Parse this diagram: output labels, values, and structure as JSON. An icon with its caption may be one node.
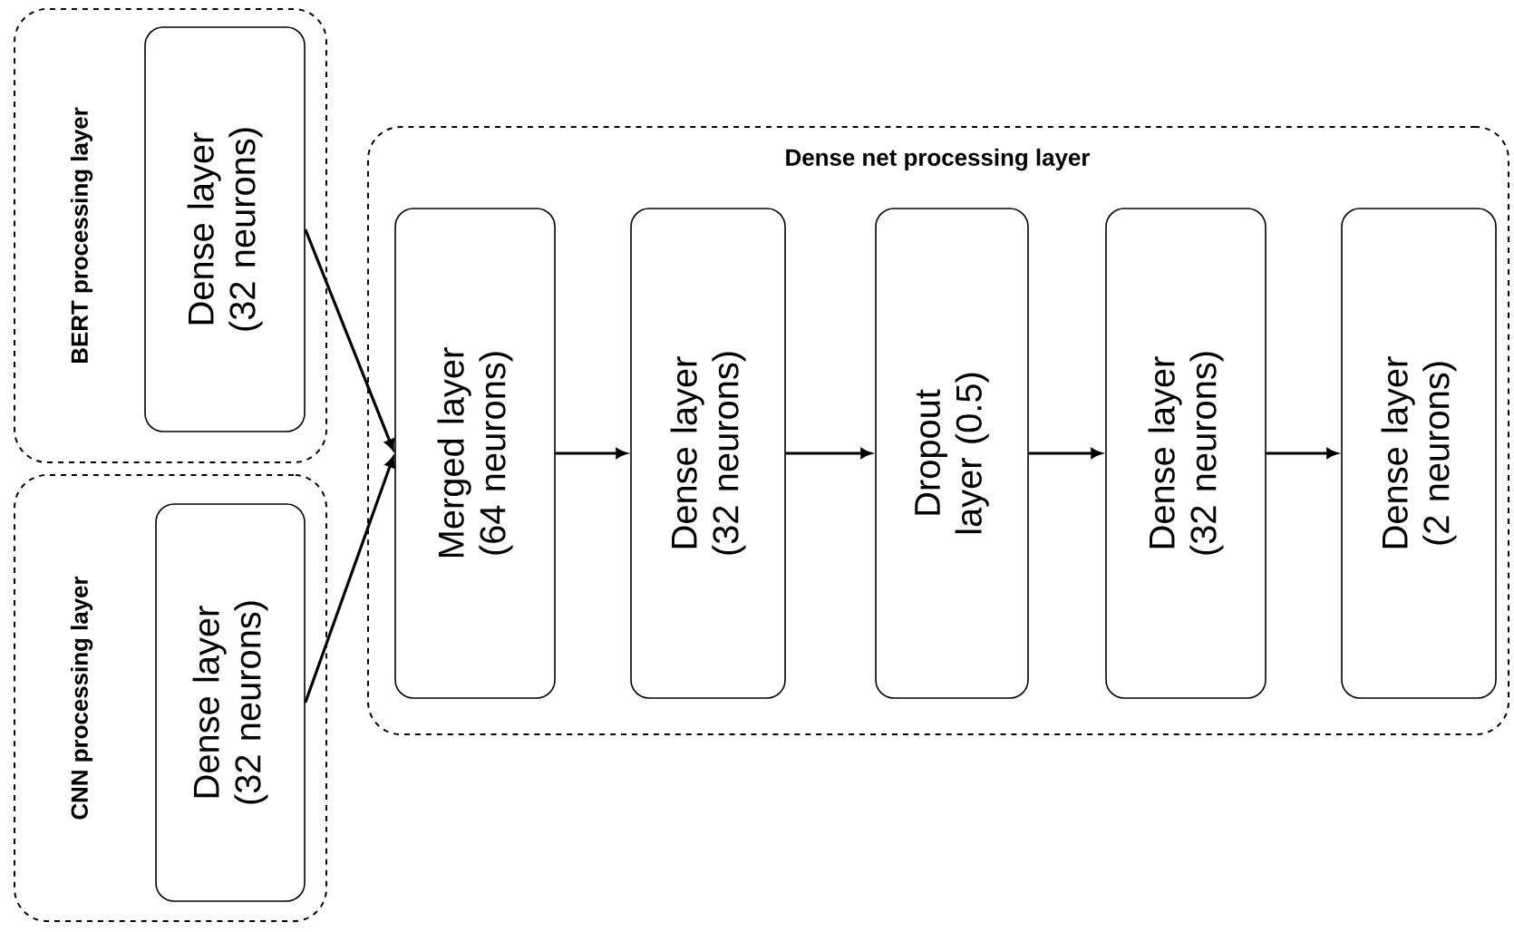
{
  "diagram": {
    "nodes": [
      {
        "text": [
          "BERT processing layer"
        ]
      },
      {
        "text": [
          "Dense layer (32 neurons)"
        ],
        "in": 0
      },
      {
        "text": [
          "CNN processing layer"
        ]
      },
      {
        "text": [
          "Dense layer (32 neurons)"
        ],
        "in": 2
      },
      {
        "text": [
          "Dense net processing layer"
        ]
      },
      {
        "text": [
          "Merged layer (64 neurons)"
        ],
        "in": 4
      },
      {
        "text": [
          "Dense layer (32 neurons)"
        ],
        "in": 4
      },
      {
        "text": [
          "Dropout layer (0.5)"
        ],
        "in": 4
      },
      {
        "text": [
          "Dense layer (32 neurons)"
        ],
        "in": 4
      },
      {
        "text": [
          "Dense layer (2 neurons)"
        ],
        "in": 4
      }
    ],
    "edges": [
      {
        "from": 1,
        "to": 5,
        "arrow": "to"
      },
      {
        "from": 3,
        "to": 5,
        "arrow": "to"
      },
      {
        "from": 5,
        "to": 6,
        "arrow": "to"
      },
      {
        "from": 6,
        "to": 7,
        "arrow": "to"
      },
      {
        "from": 7,
        "to": 8,
        "arrow": "to"
      },
      {
        "from": 8,
        "to": 9,
        "arrow": "to"
      }
    ]
  }
}
